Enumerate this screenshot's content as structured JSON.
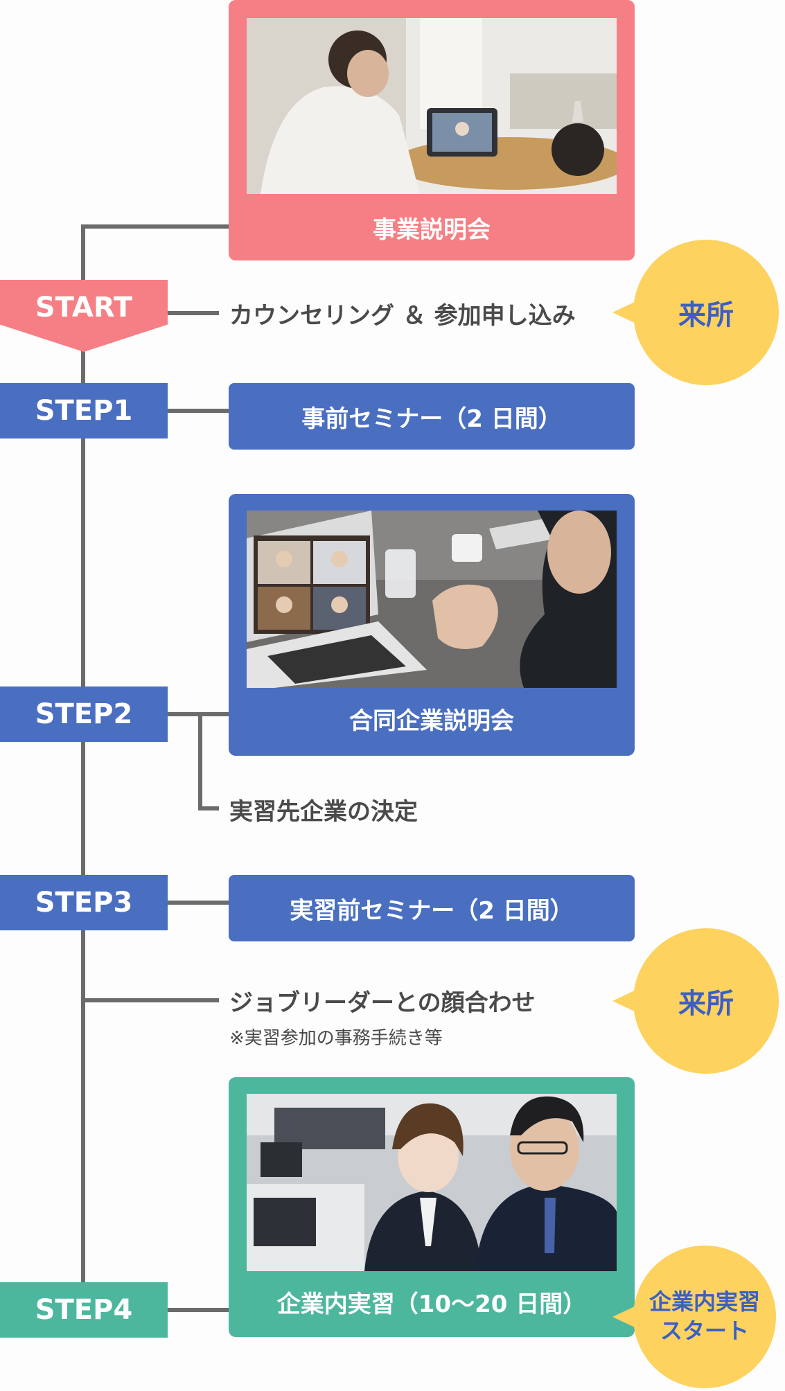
{
  "colors": {
    "pink": "#f57f84",
    "blue": "#4a6fc0",
    "teal": "#4db79e",
    "yellow": "#fdd25e",
    "line": "#6b6b6b"
  },
  "steps": {
    "start": "START",
    "step1": "STEP1",
    "step2": "STEP2",
    "step3": "STEP3",
    "step4": "STEP4"
  },
  "cards": {
    "explanation": {
      "title": "事業説明会",
      "photo_icon": "person-video-call-tablet-photo"
    },
    "joint_explanation": {
      "title": "合同企業説明会",
      "photo_icon": "laptop-video-meeting-photo"
    },
    "internship": {
      "title": "企業内実習（10〜20 日間）",
      "photo_icon": "office-training-photo"
    }
  },
  "pills": {
    "pre_seminar": "事前セミナー（2 日間）",
    "practice_seminar": "実習前セミナー（2 日間）"
  },
  "texts": {
    "counseling": "カウンセリング ＆ 参加申し込み",
    "decision": "実習先企業の決定",
    "meeting": "ジョブリーダーとの顔合わせ",
    "meeting_note": "※実習参加の事務手続き等"
  },
  "bubbles": {
    "visit1": "来所",
    "visit2": "来所",
    "start_line1": "企業内実習",
    "start_line2": "スタート"
  }
}
